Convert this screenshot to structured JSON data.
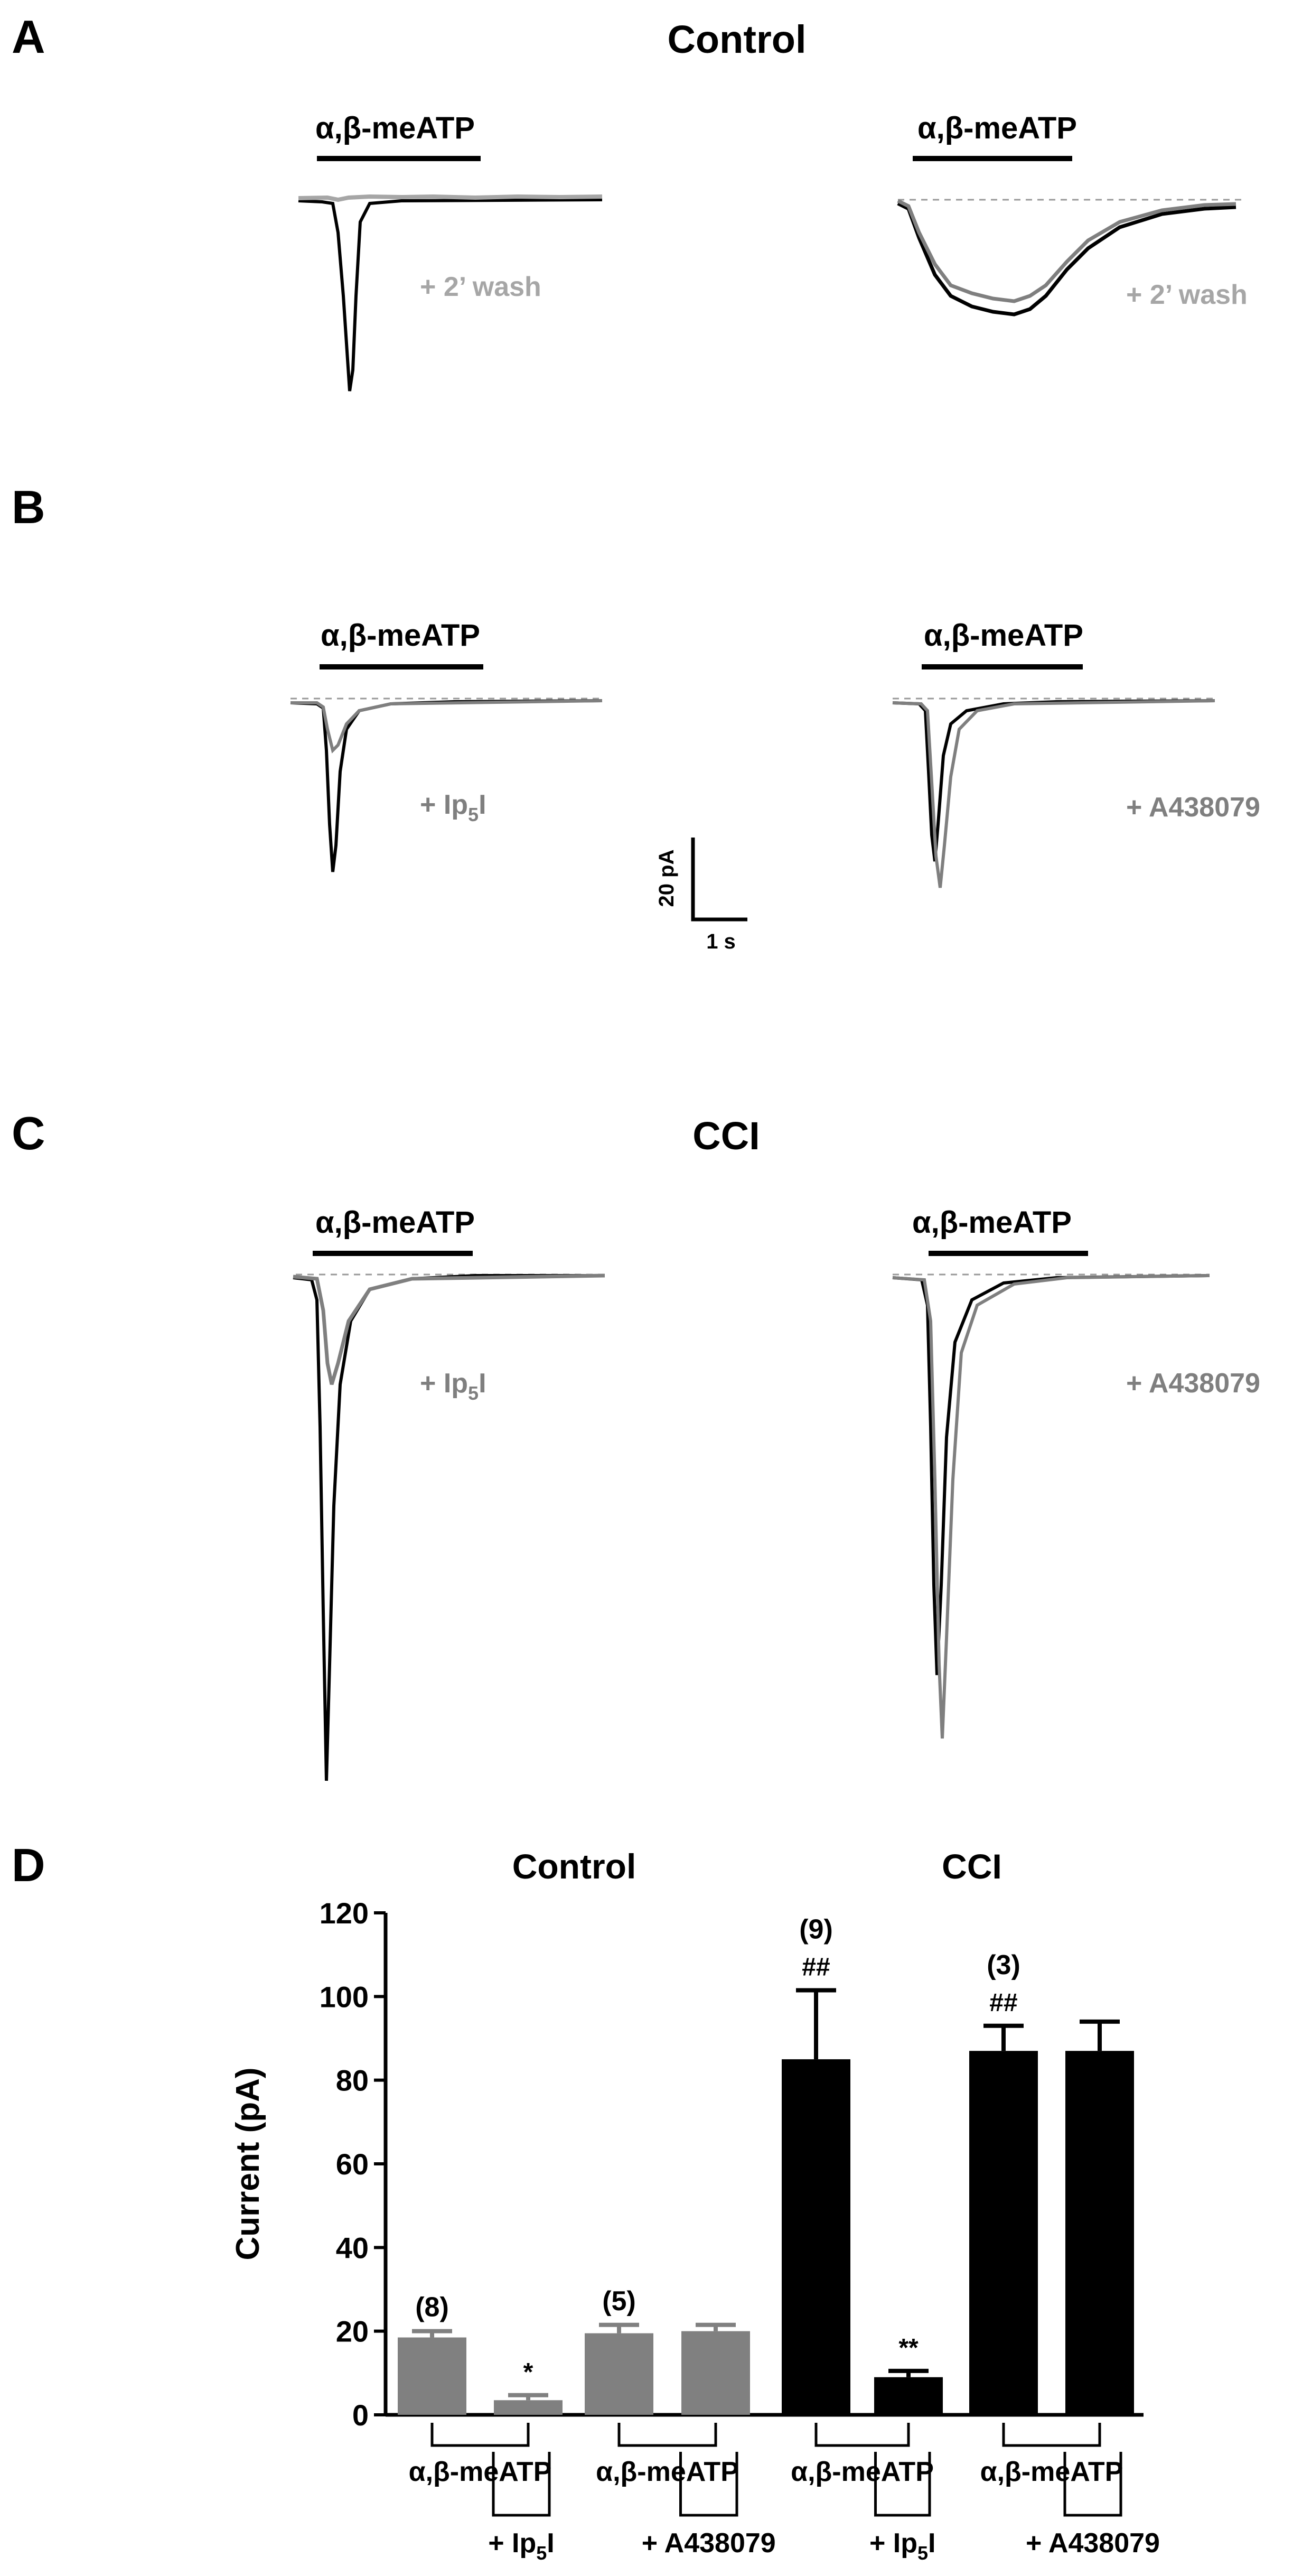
{
  "panels": {
    "A": {
      "letter": "A",
      "title": "Control",
      "left": {
        "agonist": "α,β-meATP",
        "label": "+ 2’ wash"
      },
      "right": {
        "agonist": "α,β-meATP",
        "label": "+ 2’ wash"
      }
    },
    "B": {
      "letter": "B",
      "left": {
        "agonist": "α,β-meATP",
        "label_pre": "+ Ip",
        "label_sub": "5",
        "label_post": "I"
      },
      "right": {
        "agonist": "α,β-meATP",
        "label": "+ A438079"
      },
      "scalebar": {
        "y": "20 pA",
        "x": "1 s"
      }
    },
    "C": {
      "letter": "C",
      "title": "CCI",
      "left": {
        "agonist": "α,β-meATP",
        "label_pre": "+ Ip",
        "label_sub": "5",
        "label_post": "I"
      },
      "right": {
        "agonist": "α,β-meATP",
        "label": "+ A438079"
      }
    },
    "D": {
      "letter": "D"
    }
  },
  "colors": {
    "control_bar": "#808080",
    "cci_bar": "#000000",
    "trace_gray": "#7f7f7f",
    "wash_gray": "#a6a6a6",
    "agonist_black": "#000000"
  },
  "chart_data": {
    "type": "bar",
    "ylabel": "Current (pA)",
    "ylim": [
      0,
      120
    ],
    "yticks": [
      0,
      20,
      40,
      60,
      80,
      100,
      120
    ],
    "groups": [
      {
        "name": "Control",
        "color": "#808080"
      },
      {
        "name": "CCI",
        "color": "#000000"
      }
    ],
    "bars": [
      {
        "group": "Control",
        "value": 18.5,
        "error": 1.5,
        "n": "(8)",
        "sig": ""
      },
      {
        "group": "Control",
        "value": 3.5,
        "error": 1.2,
        "n": "",
        "sig": "*"
      },
      {
        "group": "Control",
        "value": 19.5,
        "error": 2.0,
        "n": "(5)",
        "sig": ""
      },
      {
        "group": "Control",
        "value": 20.0,
        "error": 1.5,
        "n": "",
        "sig": ""
      },
      {
        "group": "CCI",
        "value": 85.0,
        "error": 16.5,
        "n": "(9)",
        "sig": "##"
      },
      {
        "group": "CCI",
        "value": 9.0,
        "error": 1.5,
        "n": "",
        "sig": "**"
      },
      {
        "group": "CCI",
        "value": 87.0,
        "error": 6.0,
        "n": "(3)",
        "sig": "##"
      },
      {
        "group": "CCI",
        "value": 87.0,
        "error": 7.0,
        "n": "",
        "sig": ""
      }
    ],
    "conditions": [
      {
        "agonist": "α,β-meATP",
        "drug_pre": "+ Ip",
        "drug_sub": "5",
        "drug_post": "I"
      },
      {
        "agonist": "α,β-meATP",
        "drug_pre": "+ A438079",
        "drug_sub": "",
        "drug_post": ""
      },
      {
        "agonist": "α,β-meATP",
        "drug_pre": "+ Ip",
        "drug_sub": "5",
        "drug_post": "I"
      },
      {
        "agonist": "α,β-meATP",
        "drug_pre": "+ A438079",
        "drug_sub": "",
        "drug_post": ""
      }
    ]
  }
}
